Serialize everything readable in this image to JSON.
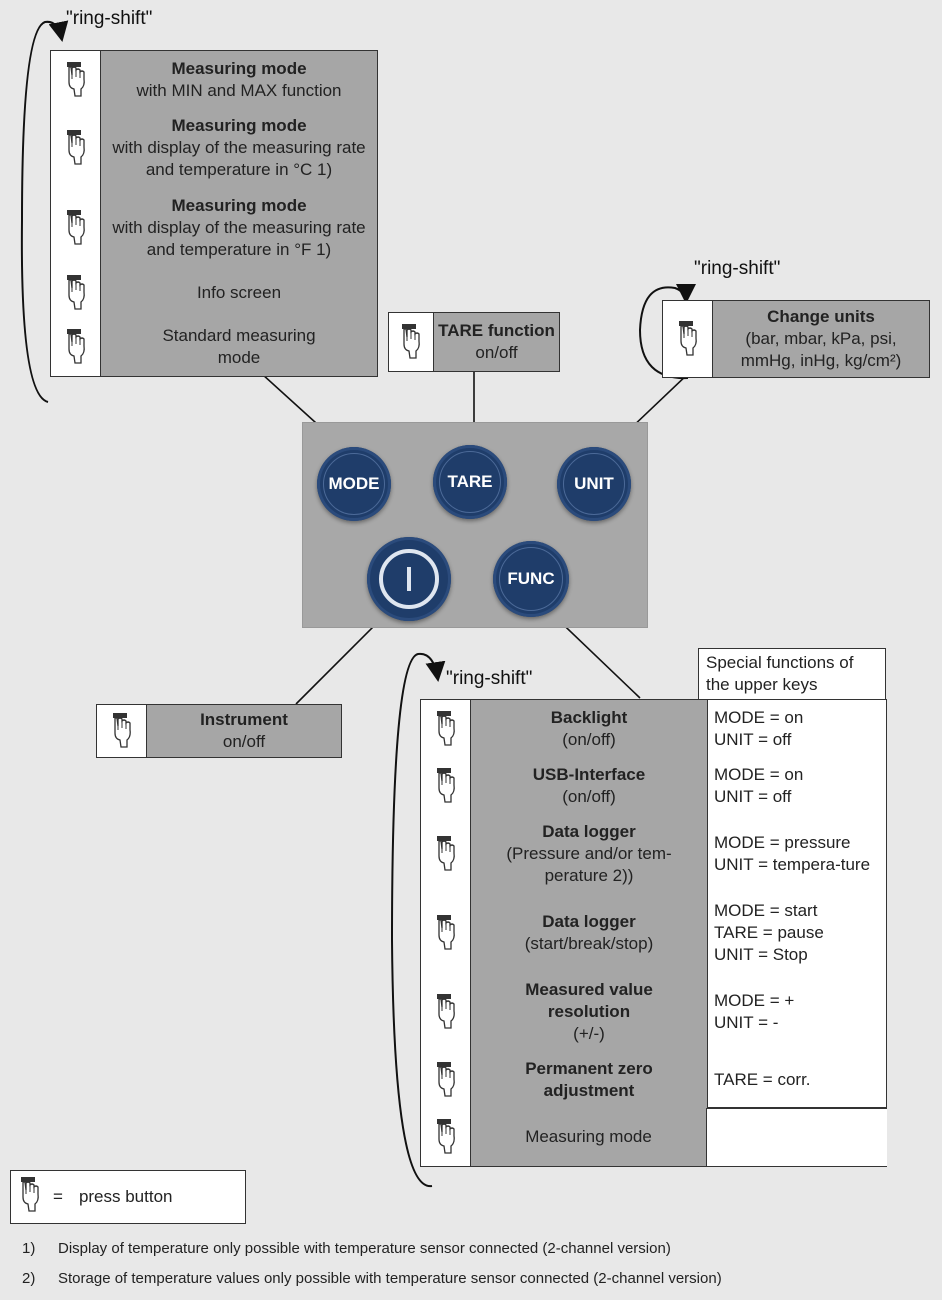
{
  "ring_shift_label": "\"ring-shift\"",
  "mode_menu": [
    {
      "title": "Measuring mode",
      "desc": "with MIN and MAX function"
    },
    {
      "title": "Measuring mode",
      "desc": "with display of the measuring rate and temperature in °C 1)"
    },
    {
      "title": "Measuring mode",
      "desc": "with display of the measuring rate and temperature in °F 1)"
    },
    {
      "title": "",
      "desc": "Info screen"
    },
    {
      "title": "",
      "desc": "Standard measuring mode"
    }
  ],
  "tare_box": {
    "title": "TARE function",
    "desc": "on/off"
  },
  "unit_box": {
    "title": "Change units",
    "desc": "(bar, mbar, kPa, psi, mmHg, inHg, kg/cm²)"
  },
  "keypad": {
    "mode": "MODE",
    "tare": "TARE",
    "unit": "UNIT",
    "power": "|",
    "func": "FUNC"
  },
  "instrument_box": {
    "title": "Instrument",
    "desc": "on/off"
  },
  "func_header": "Special functions of the upper keys",
  "func_menu": [
    {
      "title": "Backlight",
      "desc": "(on/off)",
      "special": [
        "MODE = on",
        "UNIT = off"
      ]
    },
    {
      "title": "USB-Interface",
      "desc": "(on/off)",
      "special": [
        "MODE = on",
        "UNIT = off"
      ]
    },
    {
      "title": "Data logger",
      "desc": "(Pressure and/or tem-perature 2))",
      "special": [
        "MODE = pressure",
        "UNIT = tempera-ture"
      ]
    },
    {
      "title": "Data logger",
      "desc": "(start/break/stop)",
      "special": [
        "MODE = start",
        "TARE = pause",
        "UNIT = Stop"
      ]
    },
    {
      "title": "Measured value resolution",
      "desc": "(+/-)",
      "special": [
        "MODE = +",
        "UNIT = -"
      ]
    },
    {
      "title": "Permanent zero adjustment",
      "desc": "",
      "special": [
        "TARE = corr."
      ]
    },
    {
      "title": "",
      "desc": "Measuring mode",
      "special": []
    }
  ],
  "legend": {
    "eq": "=",
    "text": "press button"
  },
  "footnotes": [
    {
      "num": "1)",
      "text": "Display of temperature only possible with temperature sensor connected (2-channel version)"
    },
    {
      "num": "2)",
      "text": "Storage of temperature values only possible with temperature sensor connected (2-channel version)"
    }
  ]
}
